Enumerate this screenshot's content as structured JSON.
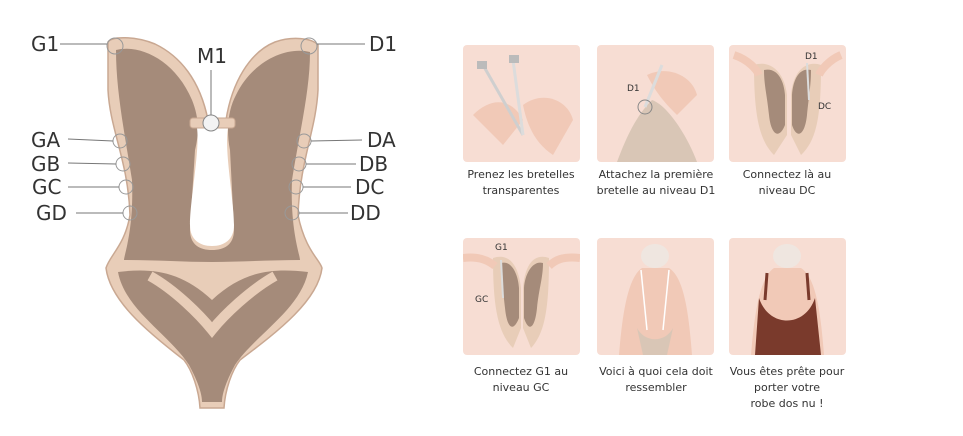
{
  "diagram": {
    "labels": {
      "g1": "G1",
      "d1": "D1",
      "m1": "M1",
      "ga": "GA",
      "da": "DA",
      "gb": "GB",
      "db": "DB",
      "gc": "GC",
      "dc": "DC",
      "gd": "GD",
      "dd": "DD"
    }
  },
  "steps": [
    {
      "caption": "Prenez les bretelles\ntransparentes",
      "tags": []
    },
    {
      "caption": "Attachez la première\nbretelle au niveau D1",
      "tags": [
        "D1"
      ]
    },
    {
      "caption": "Connectez là au\nniveau DC",
      "tags": [
        "D1",
        "DC"
      ]
    },
    {
      "caption": "Connectez G1 au\nniveau GC",
      "tags": [
        "G1",
        "GC"
      ]
    },
    {
      "caption": "Voici à quoi cela doit\nressembler",
      "tags": []
    },
    {
      "caption": "Vous êtes prête pour\nporter votre\nrobe dos nu !",
      "tags": []
    }
  ],
  "colors": {
    "body_outer": "#e8cdb8",
    "body_inner": "#a58b7a",
    "outline": "#c9a892",
    "panel_bg": "#f7ddd3",
    "dress": "#7a3a2c"
  }
}
